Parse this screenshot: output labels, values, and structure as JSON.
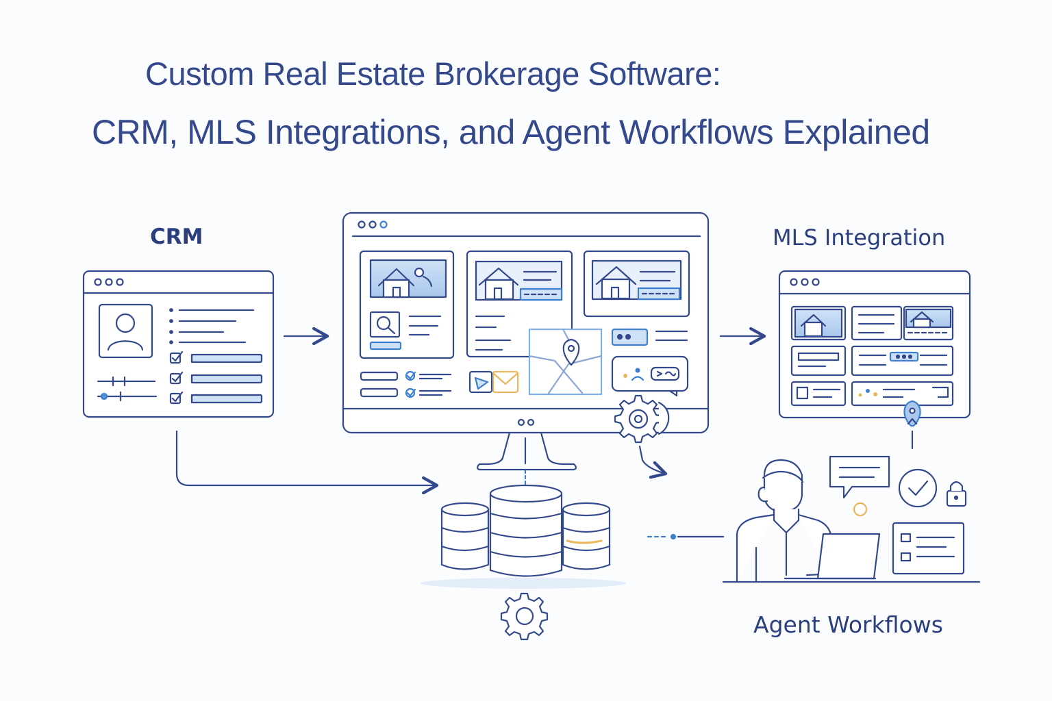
{
  "title": {
    "line1": "Custom Real Estate Brokerage Software:",
    "line2": "CRM, MLS Integrations, and Agent Workflows Explained"
  },
  "sections": {
    "crm": "CRM",
    "mls": "MLS Integration",
    "agent": "Agent Workflows"
  },
  "colors": {
    "stroke": "#34498c",
    "accent": "#3c7fd0",
    "fill_light": "#d6e5f7",
    "warm": "#e8b75e",
    "background": "#fbfcfe"
  }
}
